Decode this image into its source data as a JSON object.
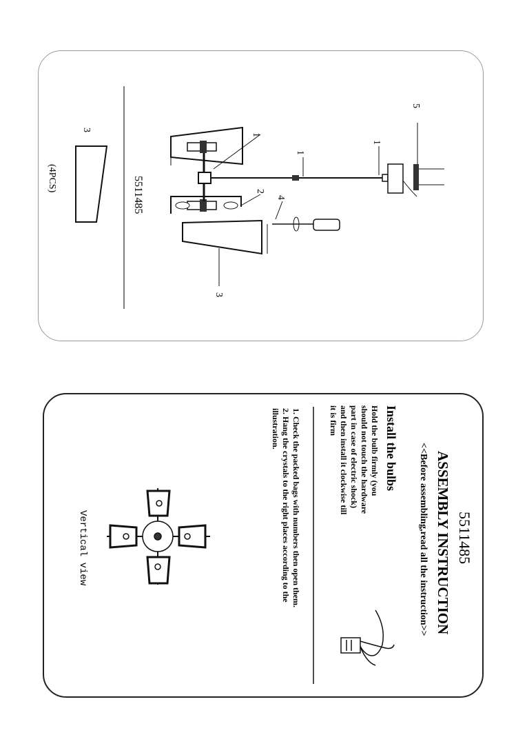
{
  "top_sheet": {
    "model_number": "5511485",
    "callouts": {
      "arm": "1",
      "rod_upper": "1",
      "rod_lower": "1",
      "bulb": "2",
      "shade_label": "3",
      "tool": "4",
      "canopy": "5"
    },
    "parts_list": {
      "part_number": "3",
      "quantity": "(4PCS)"
    }
  },
  "bottom_sheet": {
    "model_number": "5511485",
    "title": "ASSEMBLY INSTRUCTION",
    "subtitle": "<<Before assembling,read all the instruction>>",
    "install_heading": "Install the bulbs",
    "install_text": [
      "Hold the bulb firmly (you",
      "should not touch the hardware",
      "part in case of electric shock)",
      "and then install it clockwise till",
      "it is firm"
    ],
    "steps": [
      "1. Check the packed bags with numbers then open them.",
      "2. Hang the crystals  to the right places according to the",
      "illustration."
    ],
    "vertical_view_label": "Vertical view"
  }
}
